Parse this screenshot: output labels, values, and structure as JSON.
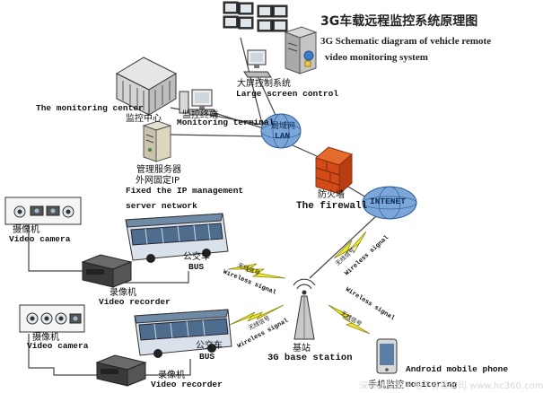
{
  "title": {
    "cn": "3G车载远程监控系统原理图",
    "en_line1": "3G Schematic diagram of vehicle remote",
    "en_line2": "video monitoring system"
  },
  "nodes": {
    "large_screen": {
      "cn": "大屏控制系统",
      "en": "Large screen control"
    },
    "monitoring_center": {
      "cn": "监控中心",
      "en": "The monitoring center"
    },
    "monitoring_terminal": {
      "cn": "监控终端",
      "en": "Monitoring terminal"
    },
    "lan": {
      "cn": "局域网",
      "en": "LAN"
    },
    "management_server": {
      "cn1": "管理服务器",
      "cn2": "外网固定IP",
      "en1": "Fixed the IP management",
      "en2": "server network"
    },
    "firewall": {
      "cn": "防火墙",
      "en": "The firewall"
    },
    "internet": {
      "en": "INTENET"
    },
    "camera_1": {
      "cn": "摄像机",
      "en": "Video camera"
    },
    "recorder_1": {
      "cn": "录像机",
      "en": "Video recorder"
    },
    "bus_1": {
      "cn": "公交车",
      "en": "BUS"
    },
    "camera_2": {
      "cn": "摄像机",
      "en": "Video camera"
    },
    "recorder_2": {
      "cn": "录像机",
      "en": "Video recorder"
    },
    "bus_2": {
      "cn": "公交车",
      "en": "BUS"
    },
    "base_station": {
      "cn": "基站",
      "en": "3G base station"
    },
    "mobile": {
      "cn": "手机监控",
      "en1": "Android mobile phone",
      "en2": "monitoring"
    }
  },
  "wireless_labels": {
    "cn": "无线信号",
    "en": "Wireless signal"
  },
  "watermark": "深圳龙安天下电子有限公司 www.hc360.com"
}
